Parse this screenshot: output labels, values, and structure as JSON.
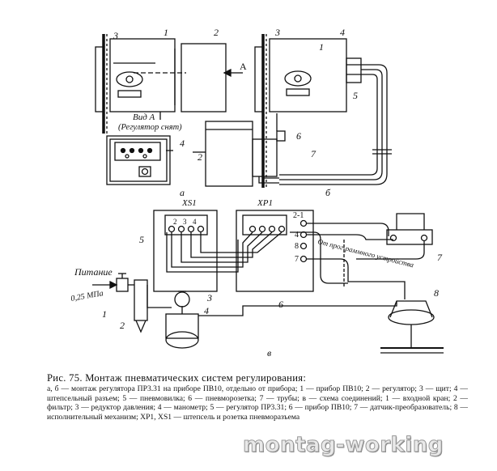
{
  "figure": {
    "top_left_labels": {
      "wall": "3",
      "device": "1",
      "regulator": "2",
      "arrow": "A"
    },
    "view_label": "Вид A",
    "view_note": "(Регулятор снят)",
    "connector_label": "4",
    "regulator_lower": "2",
    "top_right_labels": {
      "wall": "3",
      "device": "1",
      "connector": "4",
      "pneumo_plug": "5",
      "socket": "6",
      "tubes": "7"
    },
    "sub_a": "а",
    "sub_b": "б",
    "bottom": {
      "xs1": "XS1",
      "xp1": "XP1",
      "box_left": "5",
      "box_right": "6",
      "pin_labels": [
        "2",
        "3",
        "4"
      ],
      "port_labels": [
        "2-1",
        "4",
        "8",
        "7"
      ],
      "from_device": "От прог-раммного устройства",
      "sensor": "7",
      "actuator": "8",
      "supply": "Питание",
      "pressure": "0,25 МПа",
      "valve": "1",
      "filter": "2",
      "reducer": "3",
      "gauge": "4",
      "sub_v": "в"
    }
  },
  "caption": {
    "title": "Рис. 75. Монтаж пневматических систем регулирования:",
    "body": "а, б — монтаж регулятора ПР3.31 на приборе ПВ10, отдельно от прибора; 1 — прибор ПВ10; 2 — регулятор; 3 — щит; 4 — штепсельный разъем; 5 — пневмовилка; 6 — пневморозетка; 7 — трубы; в — схема соединений; 1 — входной кран; 2 — фильтр; 3 — редуктор давления; 4 — манометр; 5 — регулятор ПР3.31; 6 — прибор ПВ10; 7 — датчик-преобразователь; 8 — исполнительный механизм; XP1, XS1 — штепсель и розетка пневморазъема"
  },
  "watermark": "montag-working"
}
